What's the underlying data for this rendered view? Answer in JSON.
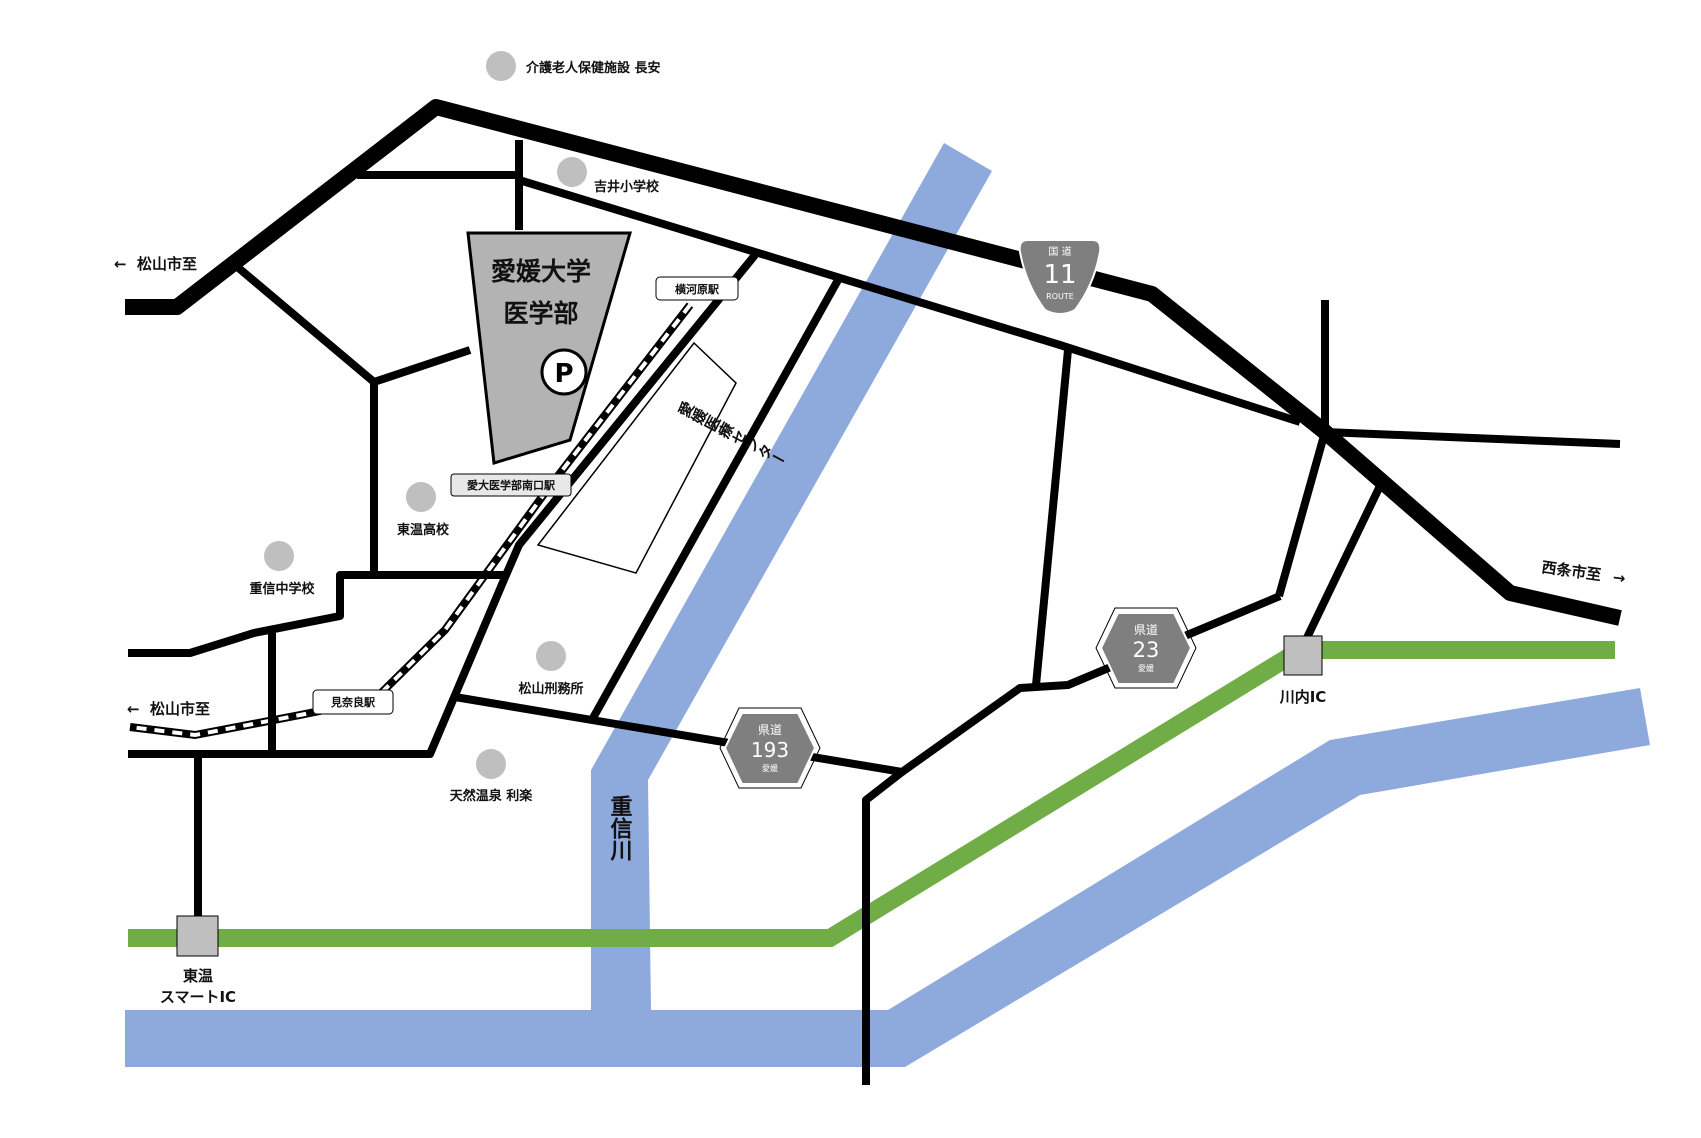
{
  "colors": {
    "road": "#000000",
    "river": "#8eaadc",
    "expressway": "#70ad47",
    "poi_dot": "#bfbfbf",
    "campus_fill": "#b3b3b3",
    "shield_fill": "#7f7f7f",
    "interchange": "#bfbfbf"
  },
  "campus": {
    "line1": "愛媛大学",
    "line2": "医学部",
    "parking_letter": "P",
    "parking_icon": "parking-icon"
  },
  "pois": [
    {
      "label": "介護老人保健施設 長安"
    },
    {
      "label": "吉井小学校"
    },
    {
      "label": "東温高校"
    },
    {
      "label": "重信中学校"
    },
    {
      "label": "松山刑務所"
    },
    {
      "label": "天然温泉 利楽"
    }
  ],
  "stations": [
    {
      "label": "横河原駅"
    },
    {
      "label": "愛大医学部南口駅"
    },
    {
      "label": "見奈良駅"
    }
  ],
  "hospital": {
    "label": "愛媛医療センター"
  },
  "river": {
    "label": "重信川"
  },
  "directions": {
    "matsuyama_upper": "松山市至",
    "matsuyama_lower": "松山市至",
    "saijo": "西条市至",
    "left_arrow": "←",
    "right_arrow": "→"
  },
  "route_shields": {
    "national": {
      "top": "国 道",
      "number": "11",
      "bottom": "ROUTE"
    },
    "pref23": {
      "top": "県道",
      "number": "23",
      "bottom": "愛媛"
    },
    "pref193": {
      "top": "県道",
      "number": "193",
      "bottom": "愛媛"
    }
  },
  "interchanges": {
    "kawauchi": {
      "label": "川内IC"
    },
    "toon_smart": {
      "line1": "東温",
      "line2": "スマートIC"
    }
  }
}
